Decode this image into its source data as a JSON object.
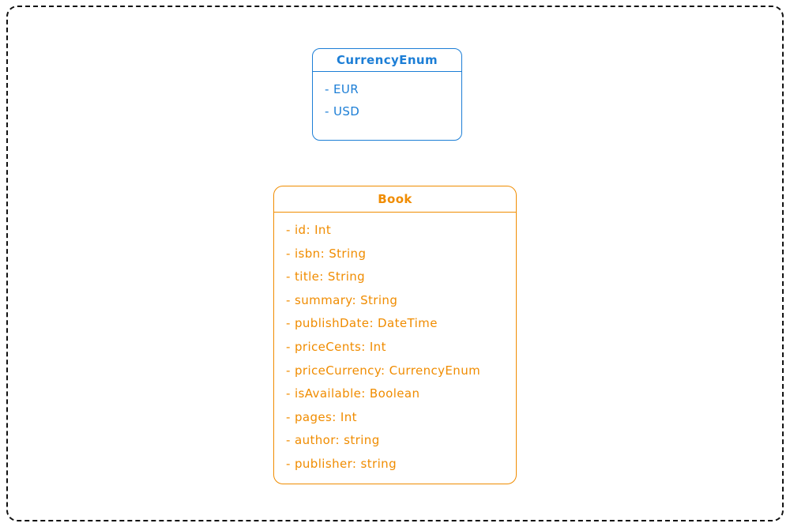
{
  "canvas": {
    "background_color": "#ffffff",
    "border_color": "#111111"
  },
  "diagram": {
    "classes": [
      {
        "name": "CurrencyEnum",
        "color": "#1c7ed6",
        "fields": [
          "- EUR",
          "- USD"
        ]
      },
      {
        "name": "Book",
        "color": "#f08c00",
        "fields": [
          "- id: Int",
          "- isbn: String",
          "- title: String",
          "- summary: String",
          "- publishDate: DateTime",
          "- priceCents: Int",
          "- priceCurrency: CurrencyEnum",
          "- isAvailable: Boolean",
          "- pages: Int",
          "- author: string",
          "- publisher: string"
        ]
      }
    ]
  }
}
